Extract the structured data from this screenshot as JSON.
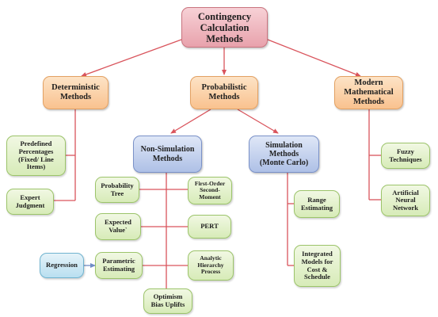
{
  "diagram": {
    "root": "Contingency\nCalculation\nMethods",
    "deterministic": {
      "title": "Deterministic\nMethods",
      "predefined_percentages": "Predefined\nPercentages\n(Fixed/ Line\nItems)",
      "expert_judgment": "Expert\nJudgment"
    },
    "probabilistic": {
      "title": "Probabilistic\nMethods",
      "non_simulation": {
        "title": "Non-Simulation\nMethods",
        "probability_tree": "Probability\nTree",
        "first_order_second_moment": "First-Order\nSecond-\nMoment",
        "expected_value": "Expected\nValue`",
        "pert": "PERT",
        "parametric_estimating": "Parametric\nEstimating",
        "regression": "Regression",
        "analytic_hierarchy_process": "Analytic\nHierarchy\nProcess",
        "optimism_bias_uplifts": "Optimism\nBias Uplifts"
      },
      "simulation": {
        "title": "Simulation\nMethods\n(Monte Carlo)",
        "range_estimating": "Range\nEstimating",
        "integrated_models": "Integrated\nModels for\nCost &\nSchedule"
      }
    },
    "modern_mathematical": {
      "title": "Modern\nMathematical\nMethods",
      "fuzzy_techniques": "Fuzzy\nTechniques",
      "artificial_neural_network": "Artificial\nNeural\nNetwork"
    },
    "colors": {
      "root_fill": "#eba8b1",
      "level1_fill": "#fbcf9e",
      "level2_fill": "#b9c9ea",
      "leaf_fill": "#dcedc1",
      "regression_fill": "#c2e3f1",
      "connector_red": "#d9545c",
      "connector_blue": "#6f8cc7"
    }
  }
}
